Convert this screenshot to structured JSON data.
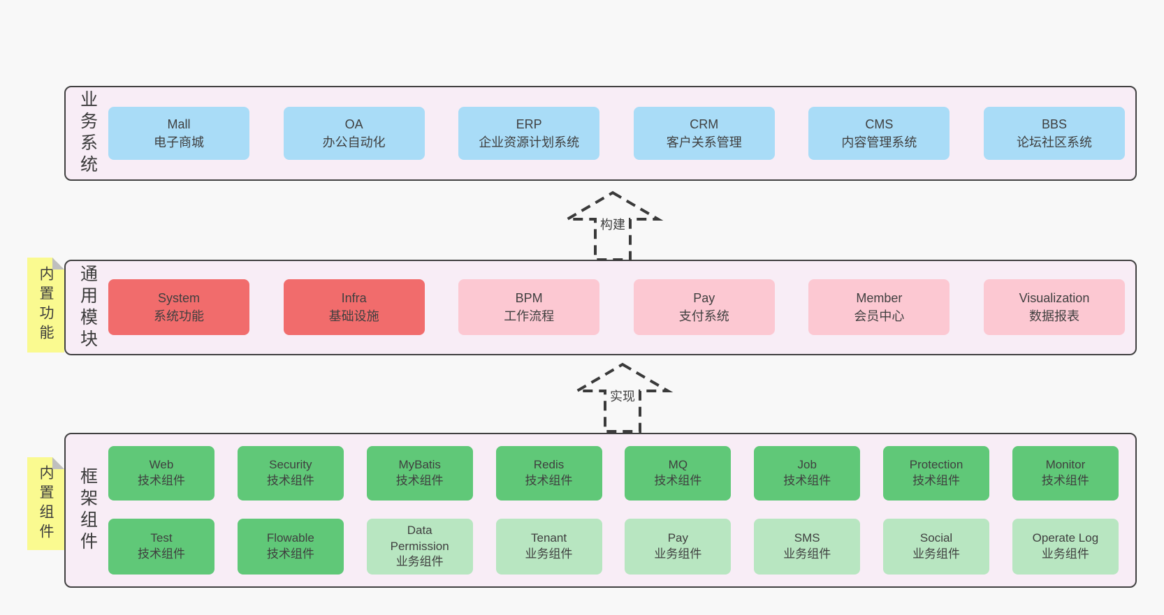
{
  "diagram": {
    "bands": [
      {
        "label": "业务系统",
        "boxes": [
          {
            "name": "Mall",
            "subtitle": "电子商城"
          },
          {
            "name": "OA",
            "subtitle": "办公自动化"
          },
          {
            "name": "ERP",
            "subtitle": "企业资源计划系统"
          },
          {
            "name": "CRM",
            "subtitle": "客户关系管理"
          },
          {
            "name": "CMS",
            "subtitle": "内容管理系统"
          },
          {
            "name": "BBS",
            "subtitle": "论坛社区系统"
          }
        ]
      },
      {
        "label": "通用模块",
        "note": "内置功能",
        "boxes": [
          {
            "name": "System",
            "subtitle": "系统功能"
          },
          {
            "name": "Infra",
            "subtitle": "基础设施"
          },
          {
            "name": "BPM",
            "subtitle": "工作流程"
          },
          {
            "name": "Pay",
            "subtitle": "支付系统"
          },
          {
            "name": "Member",
            "subtitle": "会员中心"
          },
          {
            "name": "Visualization",
            "subtitle": "数据报表"
          }
        ]
      },
      {
        "label": "框架组件",
        "note": "内置组件",
        "rows": [
          [
            {
              "name": "Web",
              "subtitle": "技术组件"
            },
            {
              "name": "Security",
              "subtitle": "技术组件"
            },
            {
              "name": "MyBatis",
              "subtitle": "技术组件"
            },
            {
              "name": "Redis",
              "subtitle": "技术组件"
            },
            {
              "name": "MQ",
              "subtitle": "技术组件"
            },
            {
              "name": "Job",
              "subtitle": "技术组件"
            },
            {
              "name": "Protection",
              "subtitle": "技术组件"
            },
            {
              "name": "Monitor",
              "subtitle": "技术组件"
            }
          ],
          [
            {
              "name": "Test",
              "subtitle": "技术组件"
            },
            {
              "name": "Flowable",
              "subtitle": "技术组件"
            },
            {
              "name": "Data Permission",
              "subtitle": "业务组件"
            },
            {
              "name": "Tenant",
              "subtitle": "业务组件"
            },
            {
              "name": "Pay",
              "subtitle": "业务组件"
            },
            {
              "name": "SMS",
              "subtitle": "业务组件"
            },
            {
              "name": "Social",
              "subtitle": "业务组件"
            },
            {
              "name": "Operate Log",
              "subtitle": "业务组件"
            }
          ]
        ]
      }
    ],
    "arrows": [
      {
        "label": "构建"
      },
      {
        "label": "实现"
      }
    ],
    "colors": {
      "page_background": "#f8f8f8",
      "band_background": "#f8edf6",
      "band_border": "#404040",
      "business_box": "#a9dcf7",
      "module_core_box": "#f16c6c",
      "module_box": "#fcc8d2",
      "tech_component_box": "#60c878",
      "biz_component_box": "#b8e6c1",
      "note_background": "#fafa90",
      "text": "#3f3f3f"
    }
  }
}
